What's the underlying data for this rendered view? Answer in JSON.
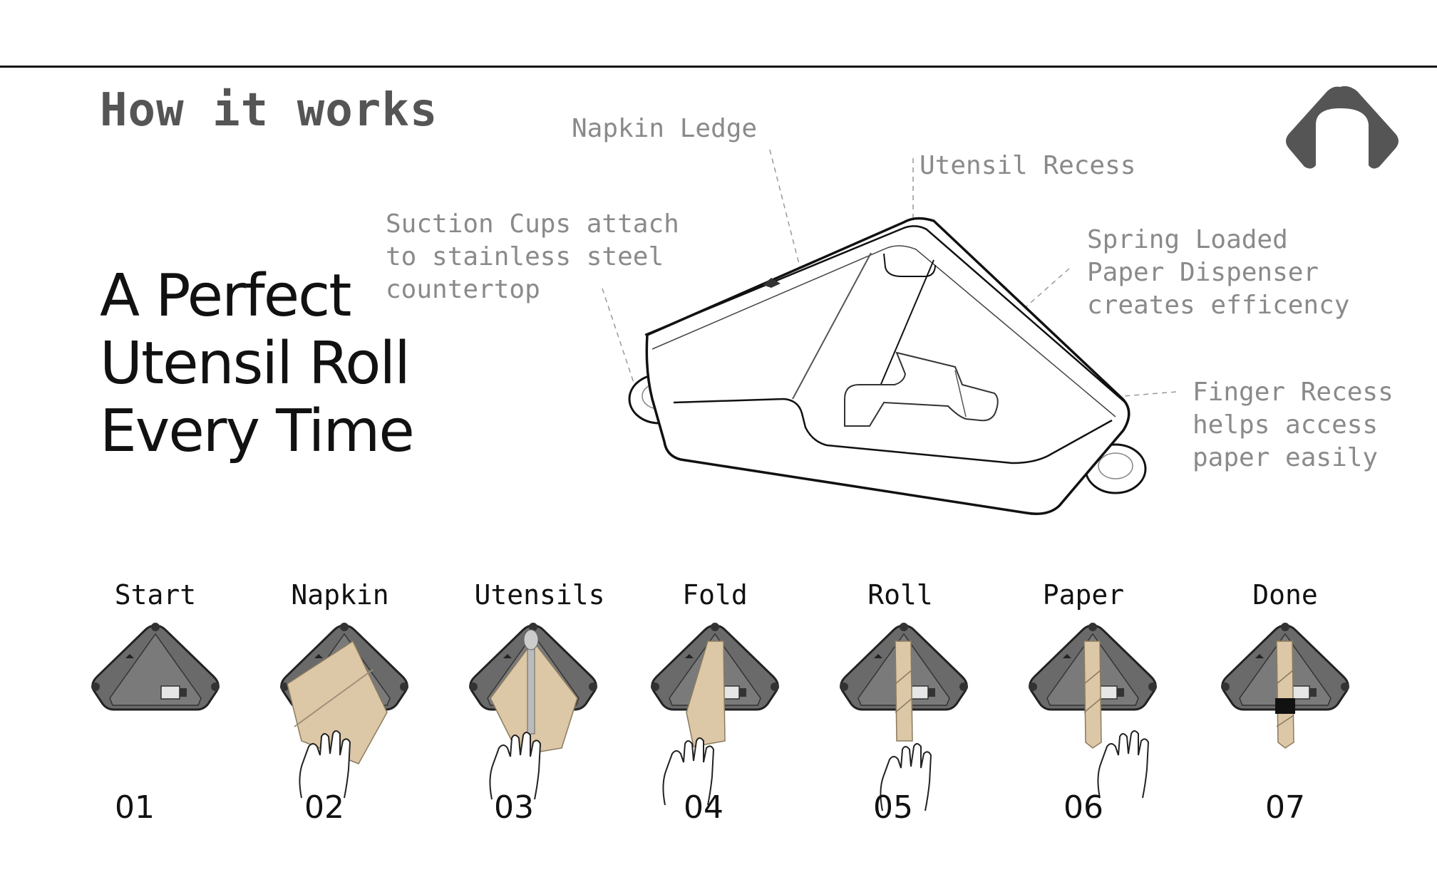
{
  "header": {
    "title": "How it works"
  },
  "headline": {
    "line1": "A Perfect",
    "line2": "Utensil Roll",
    "line3": "Every Time"
  },
  "callouts": {
    "napkin_ledge": "Napkin Ledge",
    "utensil_recess": "Utensil Recess",
    "suction": [
      "Suction Cups attach",
      "to stainless steel",
      "countertop"
    ],
    "spring": [
      "Spring Loaded",
      "Paper Dispenser",
      "creates efficency"
    ],
    "finger": [
      "Finger Recess",
      "helps access",
      "paper easily"
    ]
  },
  "steps": [
    {
      "label": "Start",
      "number": "01"
    },
    {
      "label": "Napkin",
      "number": "02"
    },
    {
      "label": "Utensils",
      "number": "03"
    },
    {
      "label": "Fold",
      "number": "04"
    },
    {
      "label": "Roll",
      "number": "05"
    },
    {
      "label": "Paper",
      "number": "06"
    },
    {
      "label": "Done",
      "number": "07"
    }
  ],
  "colors": {
    "device_gray": "#666666",
    "napkin_tan": "#dcc7a6",
    "callout_gray": "#8a8a8a"
  },
  "icons": {
    "logo": "triangle-arch-logo-icon",
    "hand": "hand-icon"
  }
}
